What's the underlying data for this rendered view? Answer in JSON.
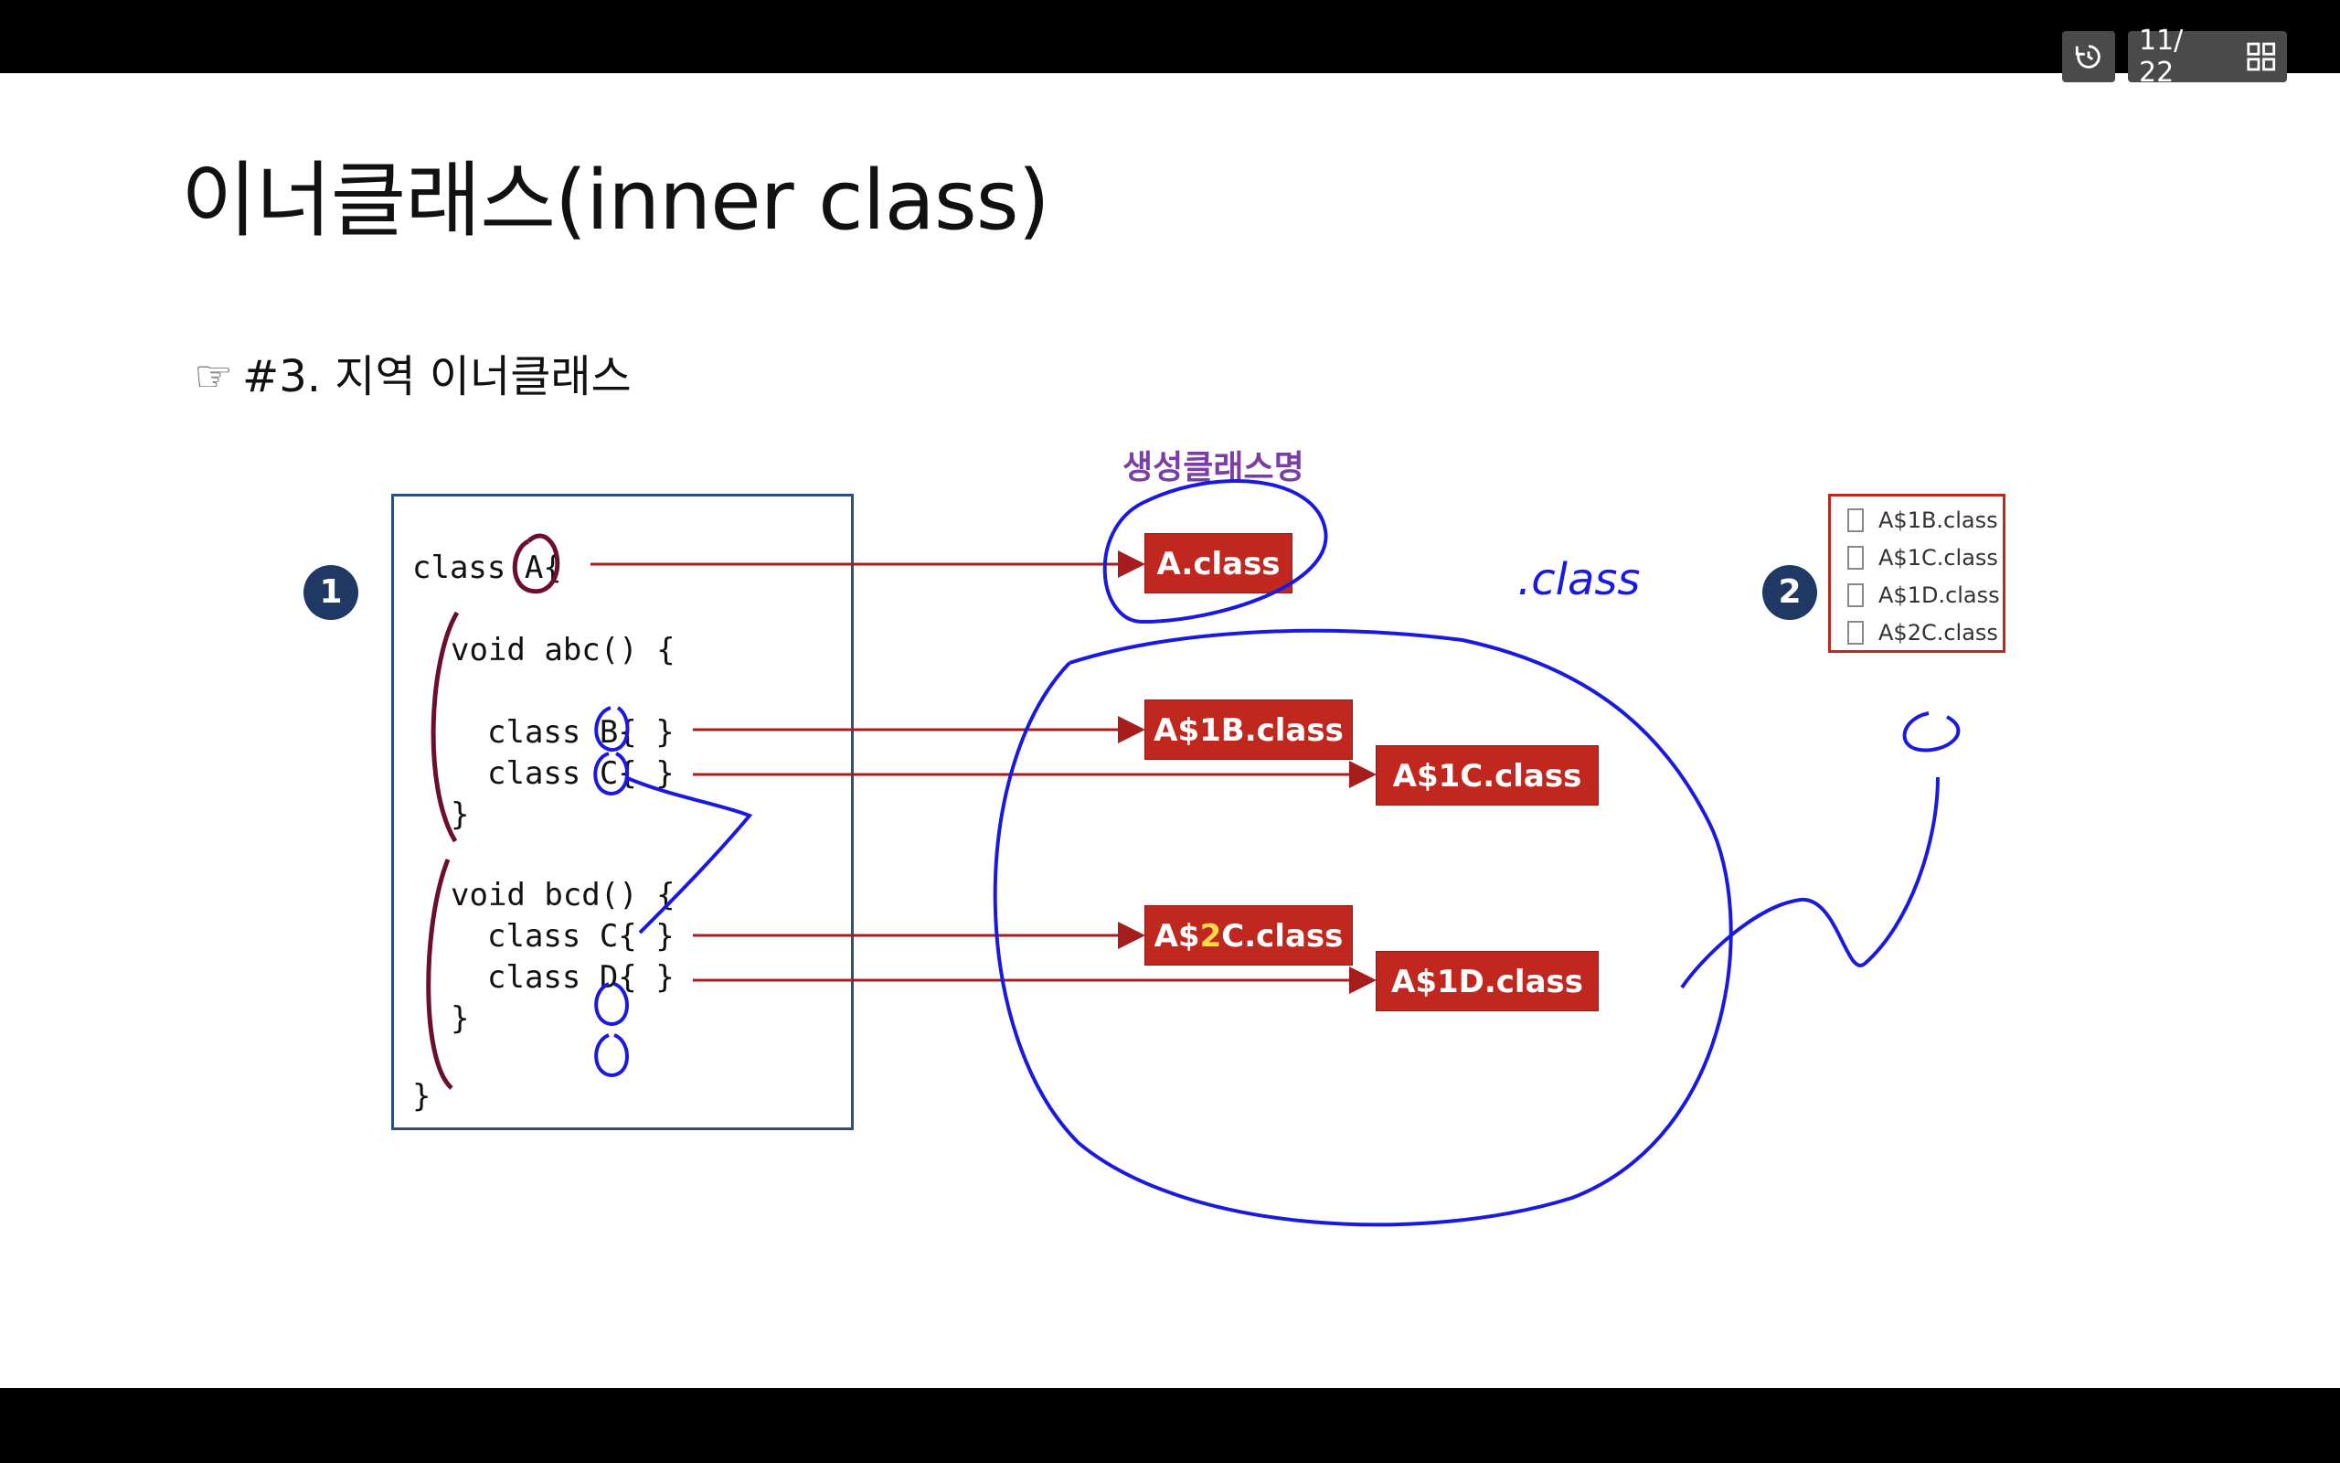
{
  "slide": {
    "title": "이너클래스(inner class)",
    "subtitle_icon": "☞",
    "subtitle": "#3. 지역 이너클래스",
    "generated_label": "생성클래스명",
    "badges": [
      "1",
      "2"
    ]
  },
  "code": [
    "class A{",
    "void abc() {",
    "class B{ }",
    "class C{ }",
    "}",
    "void bcd() {",
    "class C{ }",
    "class D{ }",
    "}",
    "}"
  ],
  "class_files": {
    "a": "A.class",
    "a1b": "A$1B.class",
    "a1c": "A$1C.class",
    "a2c_prefix": "A$",
    "a2c_highlight": "2",
    "a2c_suffix": "C.class",
    "a1d": "A$1D.class"
  },
  "file_list": [
    "A$1B.class",
    "A$1C.class",
    "A$1D.class",
    "A$2C.class"
  ],
  "annotation_text": ".class",
  "toolbar": {
    "history_icon": "history-icon",
    "page_indicator": "11/ 22",
    "grid_icon": "grid-icon"
  },
  "colors": {
    "class_box": "#c0271f",
    "arrow": "#a51d1d",
    "pen_blue": "#1a1adf",
    "pen_maroon": "#6b0f2a",
    "badge": "#1f3864",
    "label_purple": "#7a3ea5"
  }
}
